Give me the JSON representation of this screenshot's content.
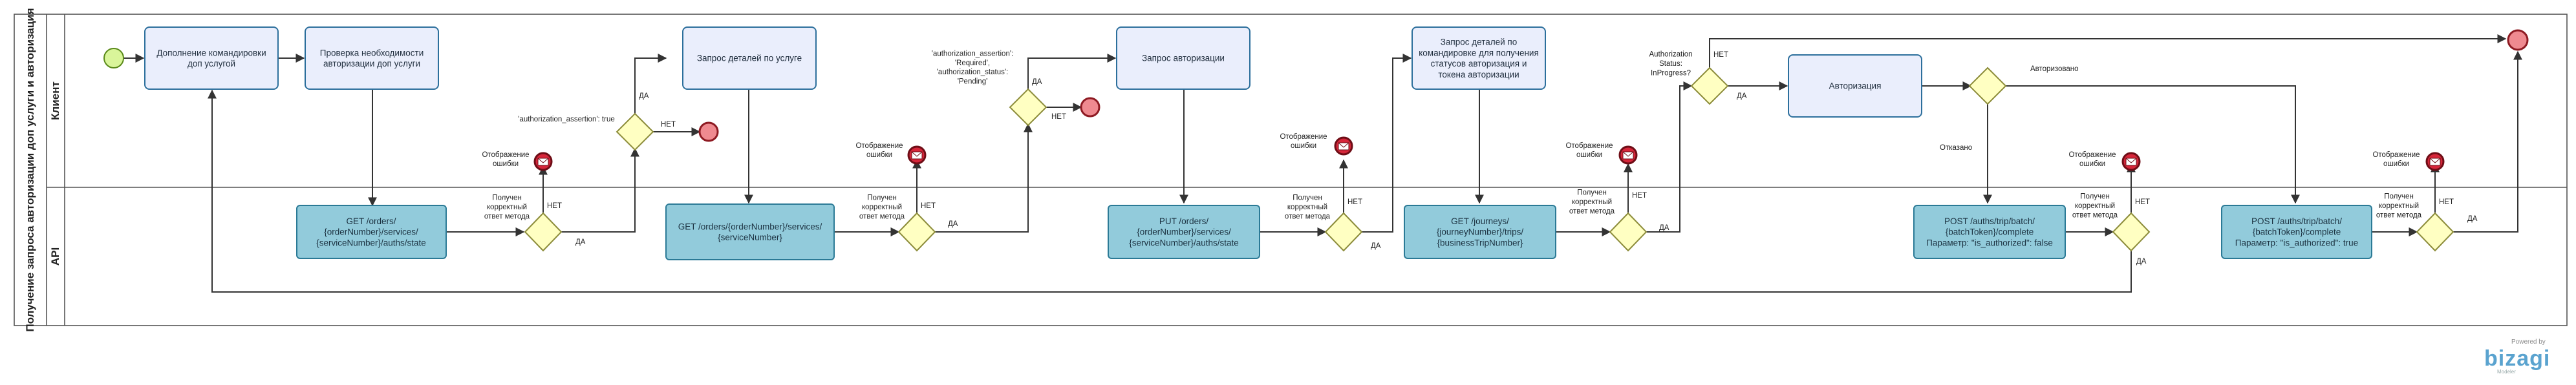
{
  "pool": {
    "title": "Получение запроса авторизации доп услуги и авторизация"
  },
  "lanes": {
    "client": "Клиент",
    "api": "API"
  },
  "tasks": {
    "t1": "Дополнение командировки|доп услугой",
    "t2": "Проверка необходимости|авторизации доп услуги",
    "t3": "Запрос деталей по услуге",
    "t4": "Запрос авторизации",
    "t5": "Запрос деталей по|командировке для получения|статусов авторизация и|токена авторизации",
    "t6": "Авторизация"
  },
  "api_tasks": {
    "a1": "GET /orders/|{orderNumber}/services/|{serviceNumber}/auths/state",
    "a2": "GET /orders/{orderNumber}/services/|{serviceNumber}",
    "a3": "PUT /orders/|{orderNumber}/services/|{serviceNumber}/auths/state",
    "a4": "GET /journeys/|{journeyNumber}/trips/|{businessTripNumber}",
    "a5": "POST /auths/trip/batch/|{batchToken}/complete|Параметр: \"is_authorized\": false",
    "a6": "POST /auths/trip/batch/|{batchToken}/complete|Параметр: \"is_authorized\": true"
  },
  "labels": {
    "yes": "ДА",
    "no": "НЕТ",
    "error_display": "Отображение|ошибки",
    "method_response": "Получен|корректный|ответ метода",
    "cond_assertion_true": "'authorization_assertion': true",
    "cond_assertion_required": "'authorization_assertion':|'Required',|'authorization_status':|'Pending'",
    "cond_auth_status": "Authorization|Status:|InProgress?",
    "authorized": "Авторизовано",
    "declined": "Отказано"
  },
  "branding": {
    "powered_by": "Powered by",
    "name": "bizagi",
    "sub": "Modeler"
  },
  "colors": {
    "task_fill": "#eaeefc",
    "task_stroke": "#2c6f9c",
    "api_fill": "#92cbdb",
    "api_stroke": "#2b7a96",
    "gateway_fill": "#ffffc2",
    "gateway_stroke": "#8c8c3a",
    "start_fill": "#d9f59a",
    "start_stroke": "#5a8a1a",
    "end_fill": "#ef8a90",
    "end_stroke": "#8e1a22",
    "error_fill": "#d6263a"
  }
}
